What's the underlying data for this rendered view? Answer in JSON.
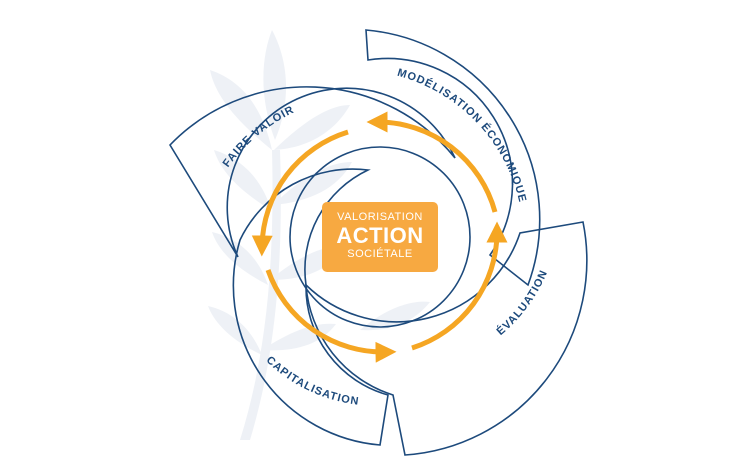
{
  "center": {
    "top": "VALORISATION",
    "main": "ACTION",
    "bottom": "SOCIÉTALE"
  },
  "segments": {
    "faire_valoir": "FAIRE VALOIR",
    "modelisation": "MODÉLISATION ÉCONOMIQUE",
    "evaluation": "ÉVALUATION",
    "capitalisation": "CAPITALISATION"
  },
  "colors": {
    "outline": "#1d4a7c",
    "arrow": "#f5a623",
    "badge": "#f7a941",
    "watermark": "#eef1f6"
  },
  "icons": {
    "watermark": "leaf-branch-watermark"
  }
}
